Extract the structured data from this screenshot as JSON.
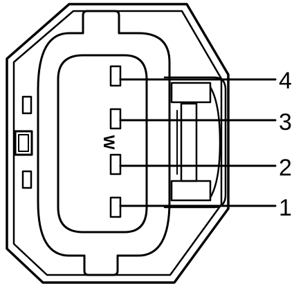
{
  "connector": {
    "mark": "W",
    "pins": [
      {
        "id": "pin-4",
        "label": "4"
      },
      {
        "id": "pin-3",
        "label": "3"
      },
      {
        "id": "pin-2",
        "label": "2"
      },
      {
        "id": "pin-1",
        "label": "1"
      }
    ]
  },
  "colors": {
    "stroke": "#000000",
    "fill": "#ffffff"
  }
}
